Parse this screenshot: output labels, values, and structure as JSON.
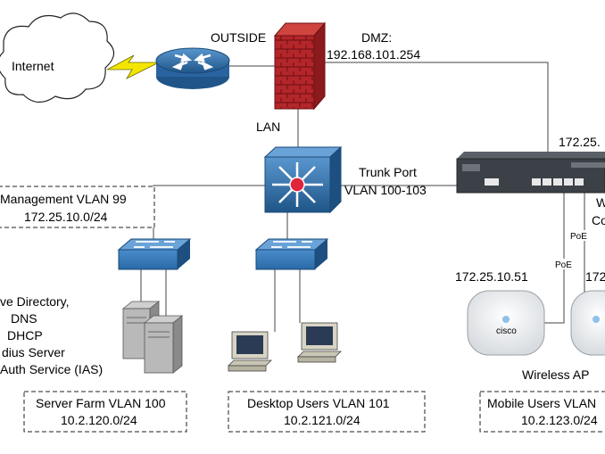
{
  "cloud": {
    "label": "Internet"
  },
  "labels": {
    "outside": "OUTSIDE",
    "dmz_title": "DMZ:",
    "dmz_ip": "192.168.101.254",
    "lan": "LAN",
    "trunk_port": "Trunk Port",
    "trunk_vlan": "VLAN 100-103",
    "wlc_ip_partial": "172.25.",
    "wlc_label_partial_1": "W",
    "wlc_label_partial_2": "Co",
    "ap1_ip": "172.25.10.51",
    "ap2_ip_partial": "172",
    "poe_1": "PoE",
    "poe_2": "PoE",
    "wireless_ap": "Wireless AP"
  },
  "management_box": {
    "line1": "Management VLAN 99",
    "line2": "172.25.10.0/24"
  },
  "server_services": [
    "ve Directory,",
    "DNS",
    "DHCP",
    "dius Server",
    "Auth Service (IAS)"
  ],
  "vlan_boxes": [
    {
      "line1": "Server Farm VLAN 100",
      "line2": "10.2.120.0/24"
    },
    {
      "line1": "Desktop Users VLAN 101",
      "line2": "10.2.121.0/24"
    },
    {
      "line1": "Mobile Users VLAN",
      "line2": "10.2.123.0/24"
    }
  ],
  "colors": {
    "device_blue": "#2f6fa8",
    "firewall_red": "#b3262a",
    "lightning": "#f2e600",
    "wlc_dark": "#3c4147"
  },
  "icons": [
    "cloud-icon",
    "router-icon",
    "firewall-icon",
    "multilayer-switch-icon",
    "switch-icon",
    "server-icon",
    "workstation-icon",
    "wireless-controller-icon",
    "access-point-icon"
  ]
}
